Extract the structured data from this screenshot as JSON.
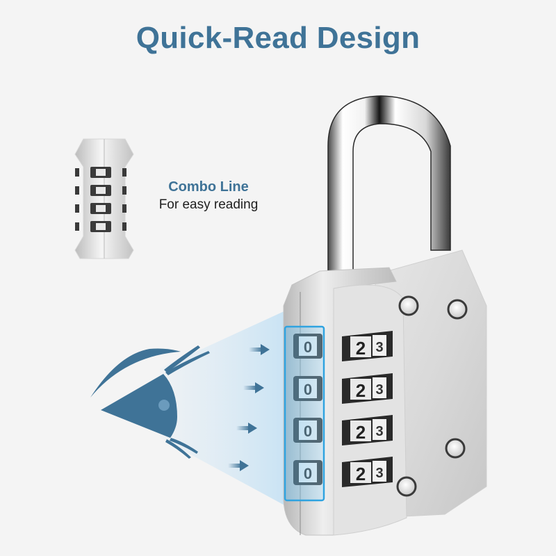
{
  "header": {
    "title": "Quick-Read Design"
  },
  "callout": {
    "heading": "Combo Line",
    "subtext": "For easy reading"
  },
  "lock": {
    "dials": [
      {
        "side_digit": "0",
        "front_digits": [
          "2",
          "3"
        ]
      },
      {
        "side_digit": "0",
        "front_digits": [
          "2",
          "3"
        ]
      },
      {
        "side_digit": "0",
        "front_digits": [
          "2",
          "3"
        ]
      },
      {
        "side_digit": "0",
        "front_digits": [
          "2",
          "3"
        ]
      }
    ]
  },
  "icons": {
    "eye": "eye-icon",
    "arrows": [
      "arrow-right-icon",
      "arrow-right-icon",
      "arrow-right-icon",
      "arrow-right-icon"
    ],
    "thumbnail": "combo-dial-thumbnail"
  },
  "colors": {
    "background": "#f4f4f4",
    "accent": "#3f7397",
    "highlight": "#2fa3e0",
    "text": "#1e1e1e"
  }
}
